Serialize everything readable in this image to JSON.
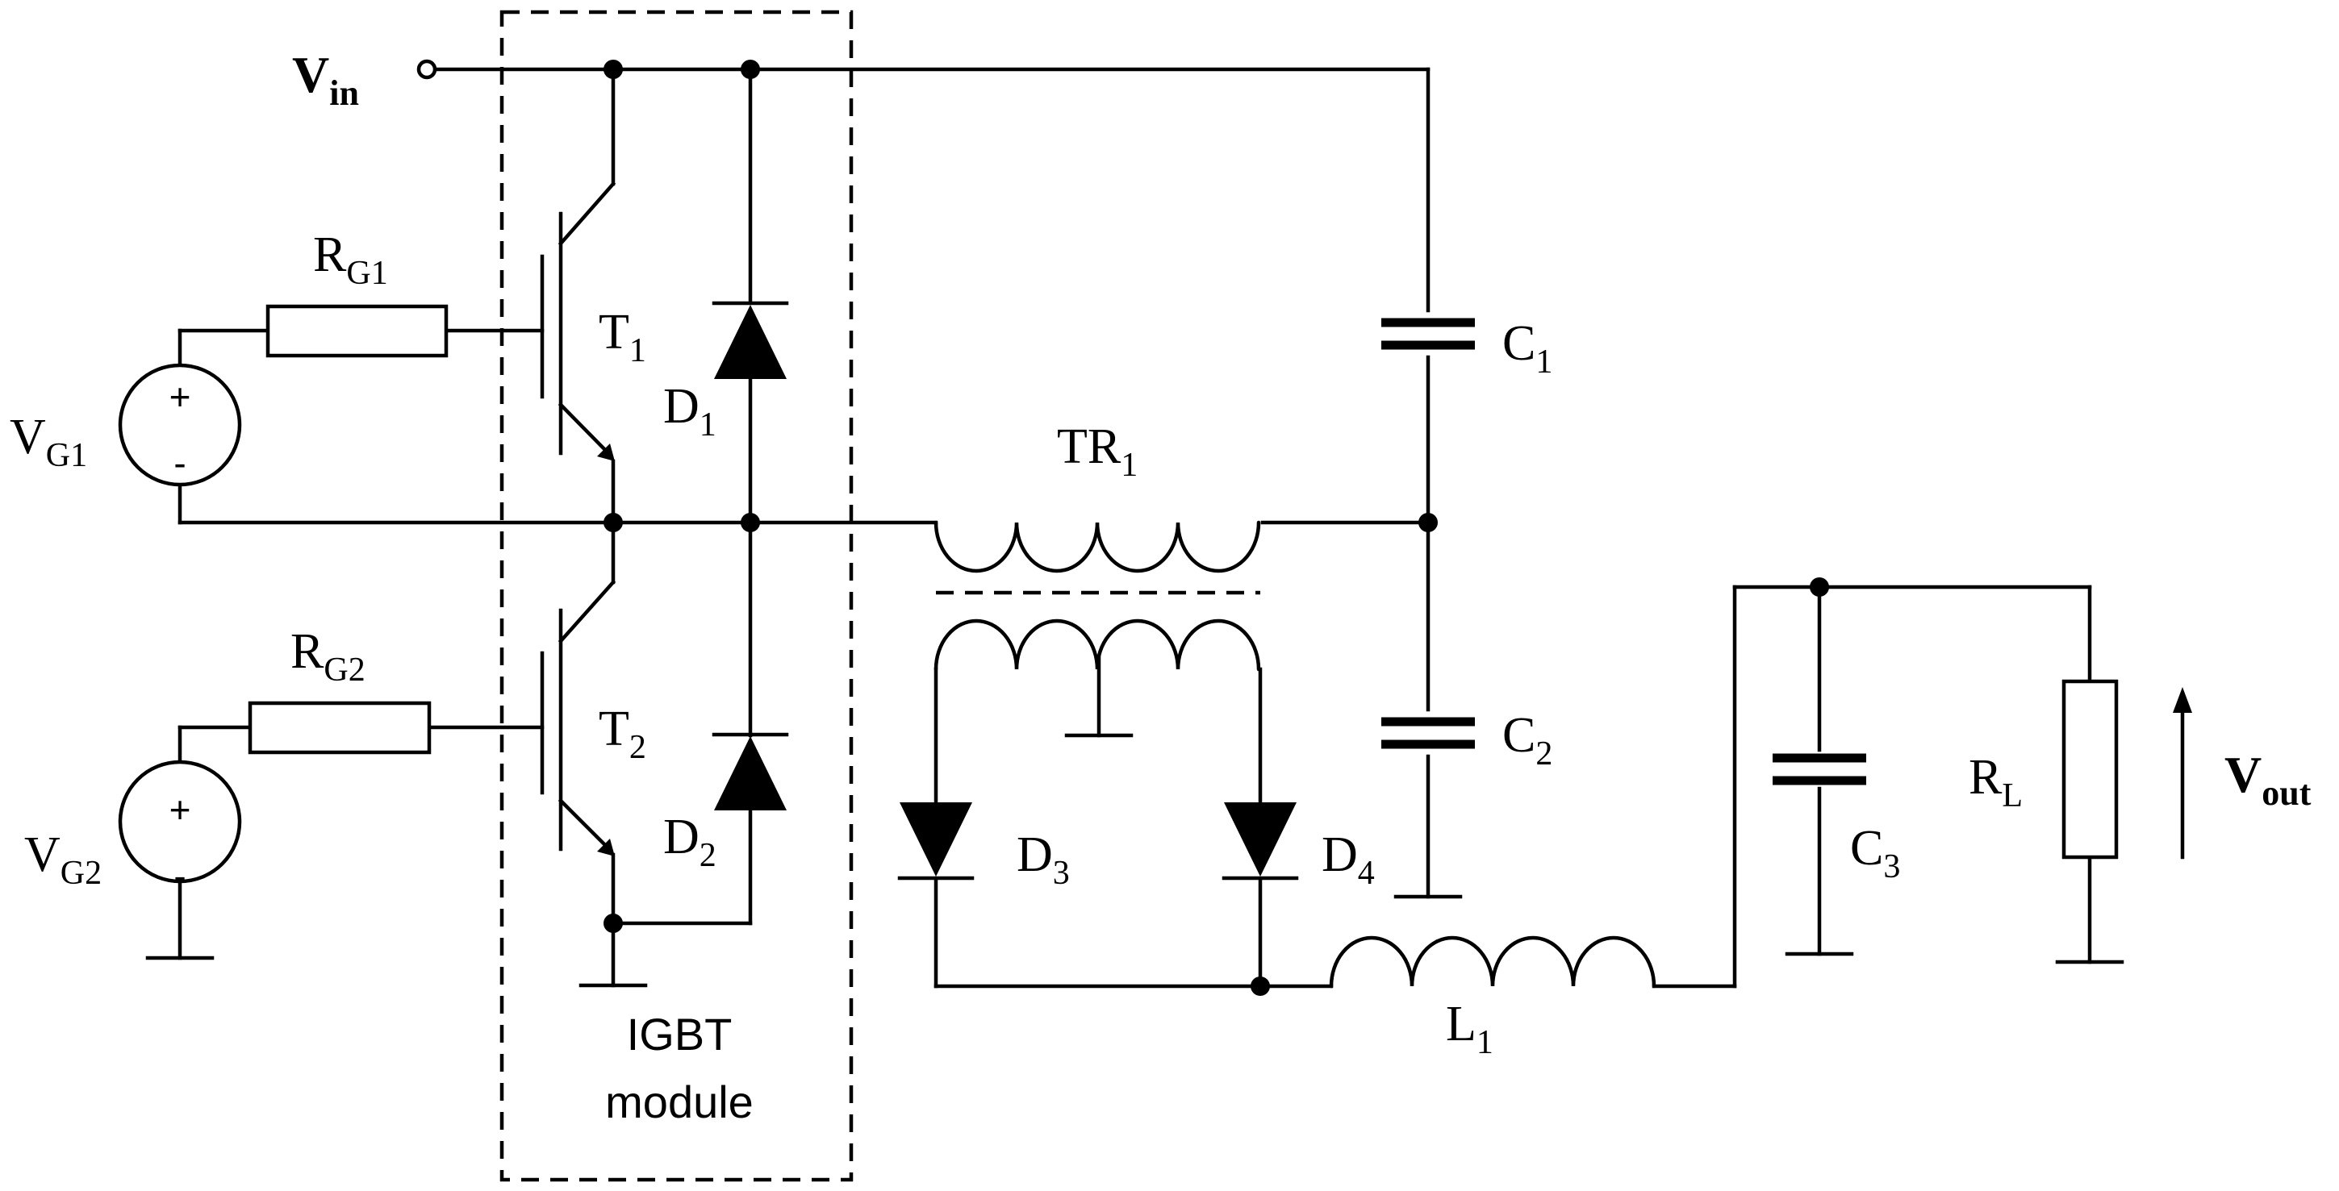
{
  "labels": {
    "vin": {
      "main": "V",
      "sub": "in"
    },
    "vout": {
      "main": "V",
      "sub": "out"
    },
    "rg1": {
      "main": "R",
      "sub": "G1"
    },
    "rg2": {
      "main": "R",
      "sub": "G2"
    },
    "vg1": {
      "main": "V",
      "sub": "G1"
    },
    "vg2": {
      "main": "V",
      "sub": "G2"
    },
    "t1": {
      "main": "T",
      "sub": "1"
    },
    "t2": {
      "main": "T",
      "sub": "2"
    },
    "d1": {
      "main": "D",
      "sub": "1"
    },
    "d2": {
      "main": "D",
      "sub": "2"
    },
    "d3": {
      "main": "D",
      "sub": "3"
    },
    "d4": {
      "main": "D",
      "sub": "4"
    },
    "tr1": {
      "main": "TR",
      "sub": "1"
    },
    "c1": {
      "main": "C",
      "sub": "1"
    },
    "c2": {
      "main": "C",
      "sub": "2"
    },
    "c3": {
      "main": "C",
      "sub": "3"
    },
    "l1": {
      "main": "L",
      "sub": "1"
    },
    "rl": {
      "main": "R",
      "sub": "L"
    }
  },
  "module": {
    "line1": "IGBT",
    "line2": "module"
  },
  "polarity": {
    "plus": "+",
    "minus": "-"
  }
}
